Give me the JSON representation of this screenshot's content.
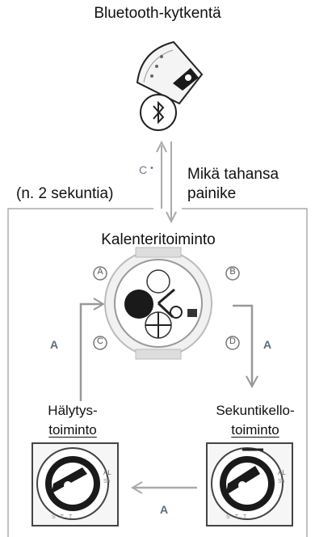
{
  "labels": {
    "bluetooth_connection": "Bluetooth-kytkentä",
    "press_c": "C",
    "press_c_mark": "•",
    "approx_duration": "(n. 2 sekuntia)",
    "any_button": "Mikä tahansa\npainike",
    "calendar_mode": "Kalenteritoiminto",
    "alarm_mode_line1": "Hälytys-",
    "alarm_mode_line2": "toiminto",
    "stopwatch_mode_line1": "Sekuntikello-",
    "stopwatch_mode_line2": "toiminto",
    "arrow_a_left": "A",
    "arrow_a_right": "A",
    "arrow_a_bottom": "A"
  },
  "watch_buttons": {
    "top_left": "A",
    "top_right": "B",
    "bottom_left": "C",
    "bottom_right": "D"
  },
  "dial_marks": {
    "alarm_side": "AL",
    "small_text": "Su",
    "bottom_row": "S · T · T"
  },
  "colors": {
    "line": "#888888",
    "arrow": "#8a8a8a",
    "dark": "#1a1a1a"
  },
  "icons": [
    "bluetooth-icon",
    "watch-face-icon",
    "dial-icon"
  ]
}
